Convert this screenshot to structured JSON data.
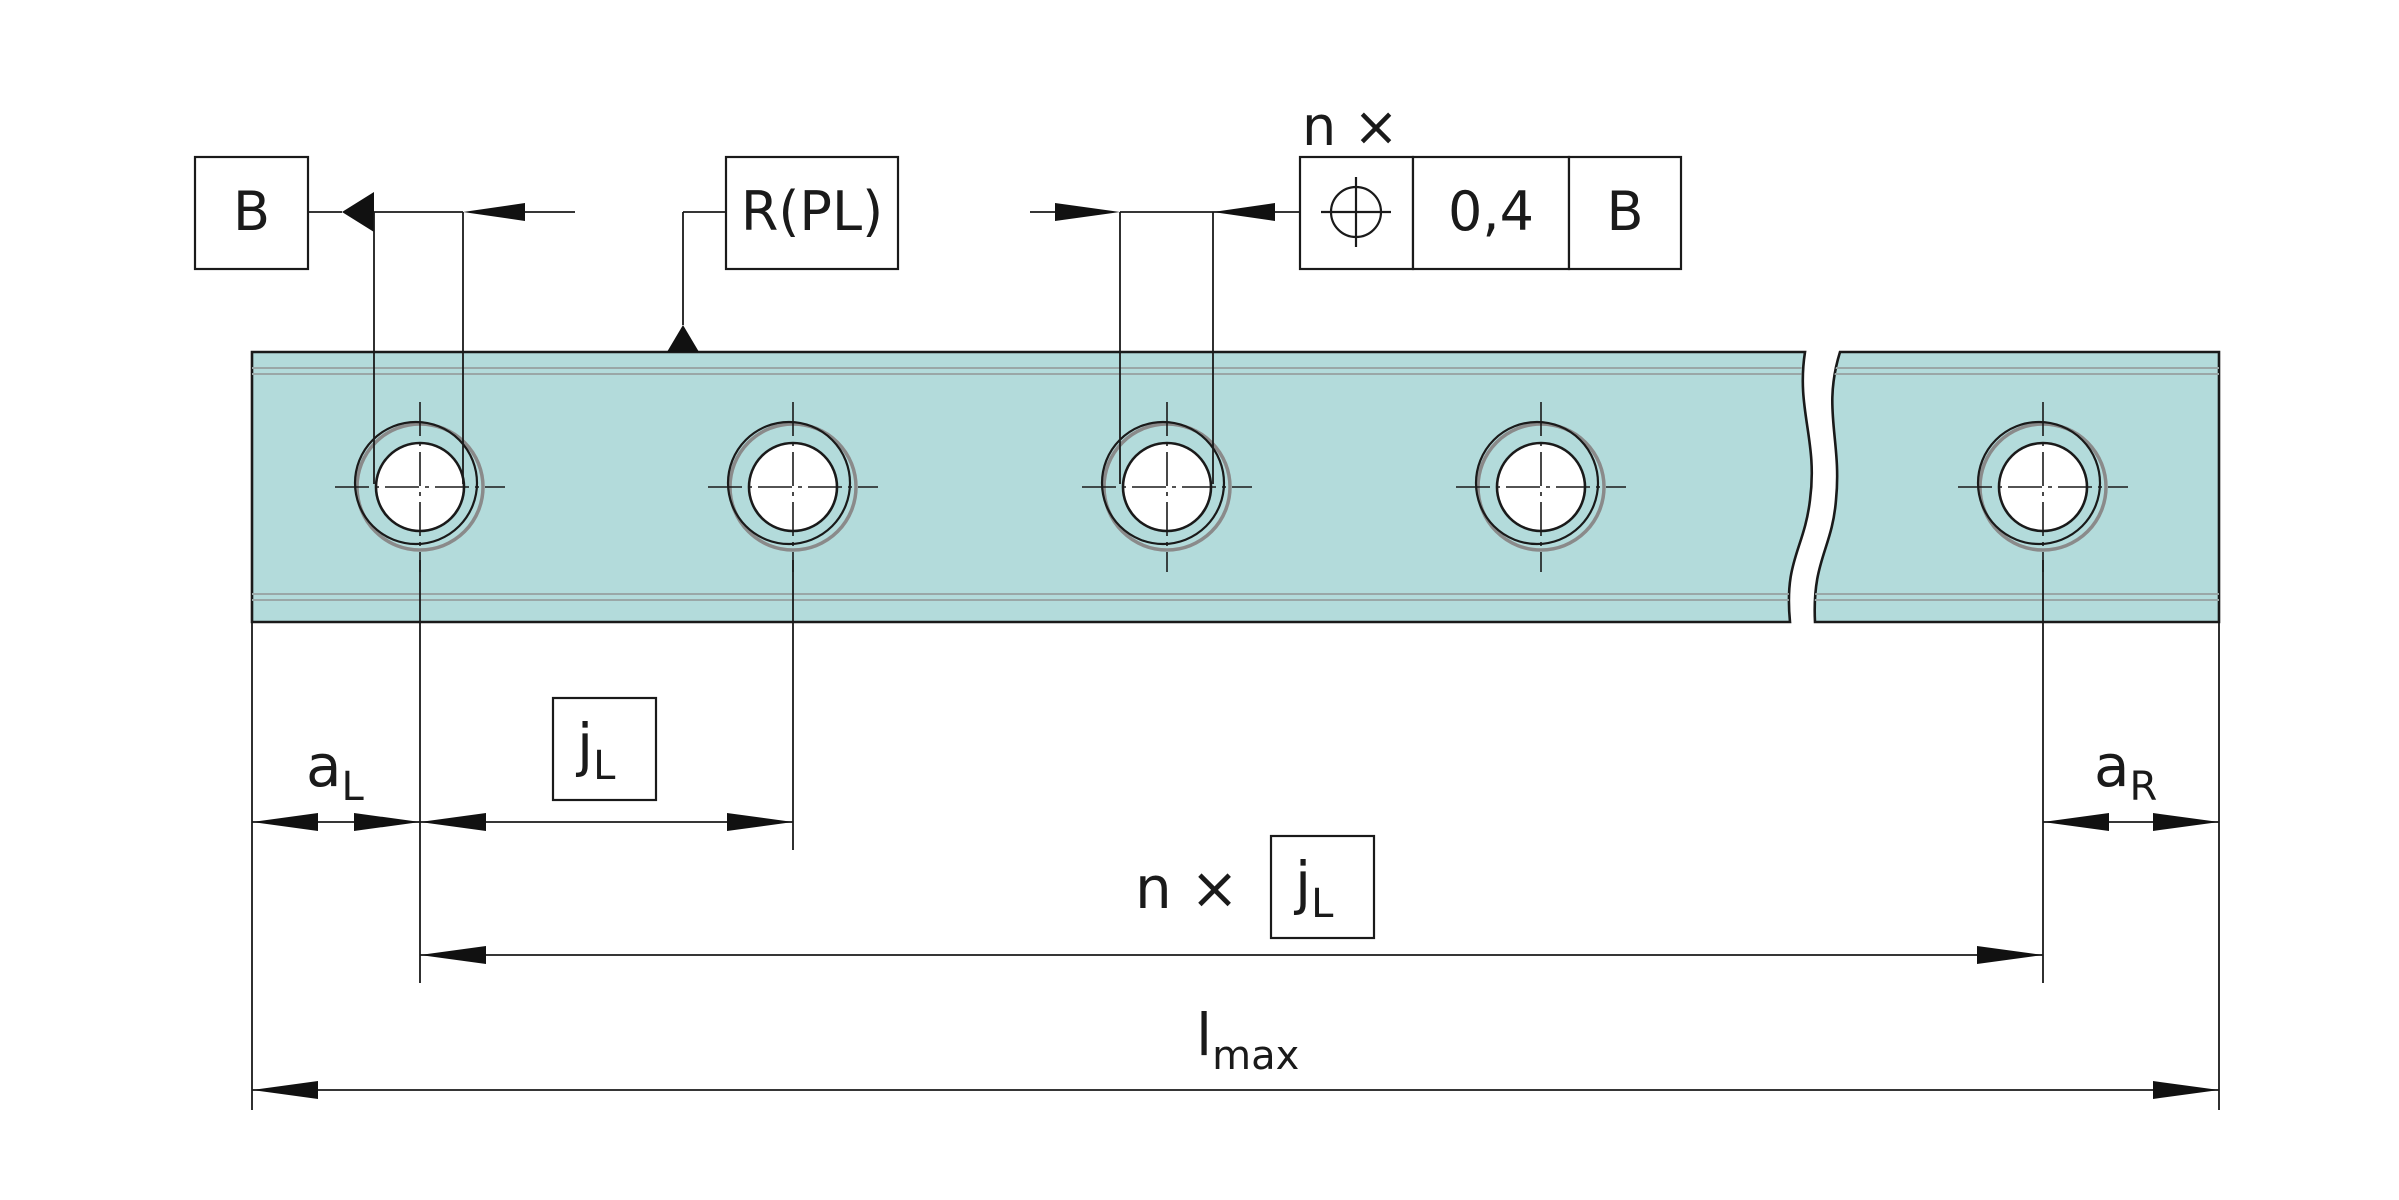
{
  "colors": {
    "rail_fill": "#b3dbdb",
    "rail_groove": "#9aa7a7",
    "counterbore_ring": "#8a8a8a",
    "line": "#1a1a1a",
    "background": "#ffffff"
  },
  "datum_box": {
    "letter": "B"
  },
  "reference_box": {
    "text": "R(PL)"
  },
  "position_tolerance": {
    "count_prefix": "n ×",
    "symbol": "position-symbol",
    "tolerance": "0,4",
    "datum": "B"
  },
  "dimensions": {
    "a_left": {
      "main": "a",
      "sub": "L"
    },
    "j_left": {
      "main": "j",
      "sub": "L"
    },
    "a_right": {
      "main": "a",
      "sub": "R"
    },
    "pitch_total": {
      "prefix": "n ×",
      "main": "j",
      "sub": "L"
    },
    "l_max": {
      "main": "l",
      "sub": "max"
    }
  },
  "holes": {
    "count_visible": 5
  }
}
